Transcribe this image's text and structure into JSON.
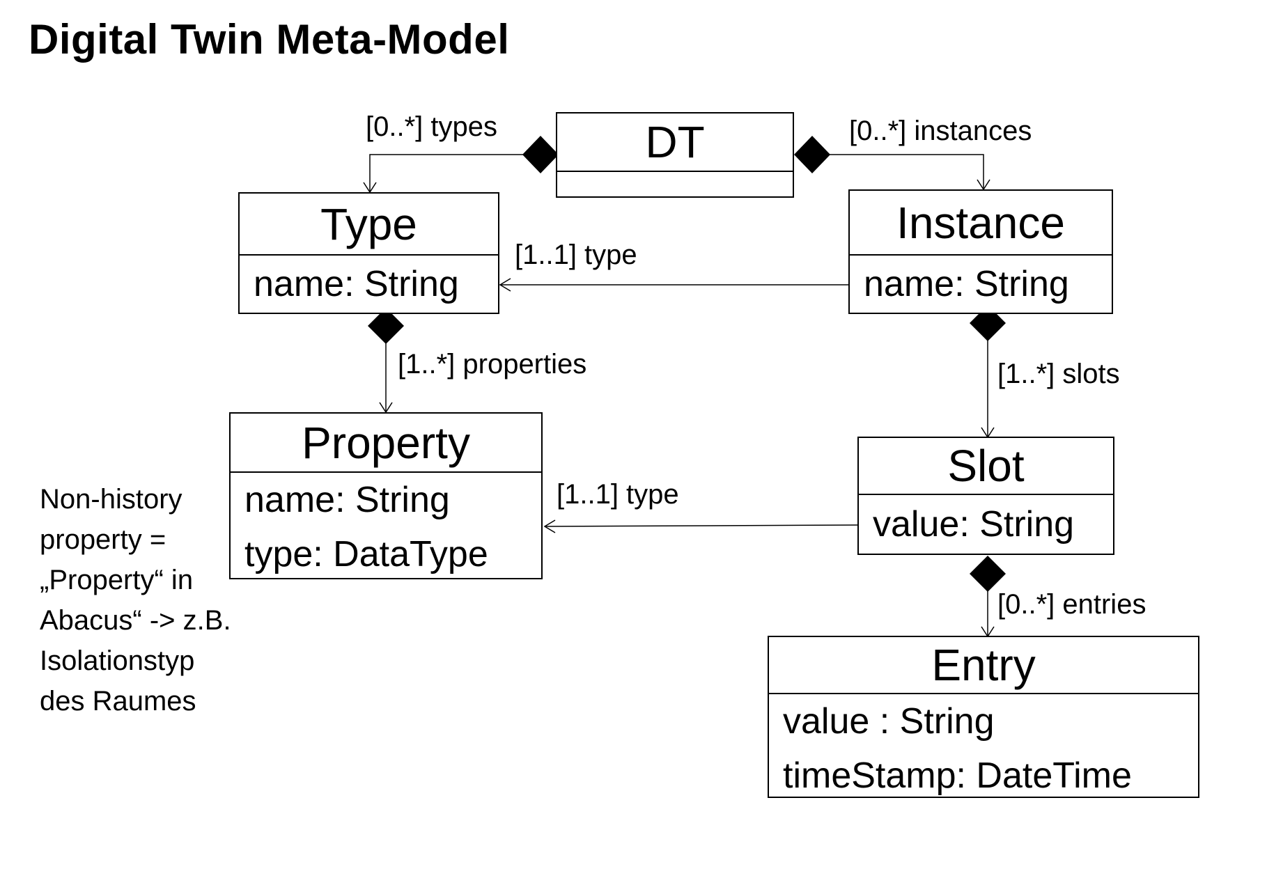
{
  "title": "Digital Twin Meta-Model",
  "classes": {
    "dt": {
      "name": "DT",
      "attributes": []
    },
    "type": {
      "name": "Type",
      "attributes": [
        "name: String"
      ]
    },
    "instance": {
      "name": "Instance",
      "attributes": [
        "name: String"
      ]
    },
    "property": {
      "name": "Property",
      "attributes": [
        "name: String",
        "type: DataType"
      ]
    },
    "slot": {
      "name": "Slot",
      "attributes": [
        "value: String"
      ]
    },
    "entry": {
      "name": "Entry",
      "attributes": [
        "value : String",
        "timeStamp: DateTime"
      ]
    }
  },
  "associations": {
    "types": "[0..*] types",
    "instances": "[0..*] instances",
    "instance_type": "[1..1] type",
    "properties": "[1..*] properties",
    "slots": "[1..*] slots",
    "slot_type": "[1..1] type",
    "entries": "[0..*] entries"
  },
  "note": {
    "lines": [
      "Non-history",
      "property =",
      "„Property“ in",
      "Abacus“ -> z.B.",
      "Isolationstyp",
      "des Raumes"
    ]
  }
}
